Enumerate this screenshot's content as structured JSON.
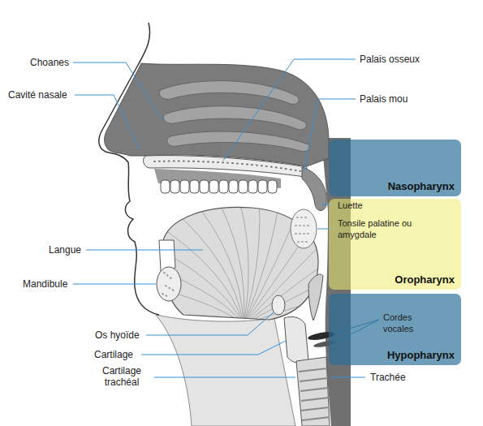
{
  "diagram": {
    "nodes": [
      {
        "text": [
          "Nasopharynx"
        ]
      },
      {
        "text": [
          "Oropharynx"
        ]
      },
      {
        "text": [
          "Hypopharynx"
        ]
      }
    ],
    "labels": [
      "Choanes",
      "Cavité nasale",
      "Langue",
      "Mandibule",
      "Os hyoïde",
      "Cartilage",
      "Cartilage trachéal",
      "Palais osseux",
      "Palais mou",
      "Luette",
      "Tonsile palatine ou amygdale",
      "Cordes vocales",
      "Trachée"
    ]
  }
}
